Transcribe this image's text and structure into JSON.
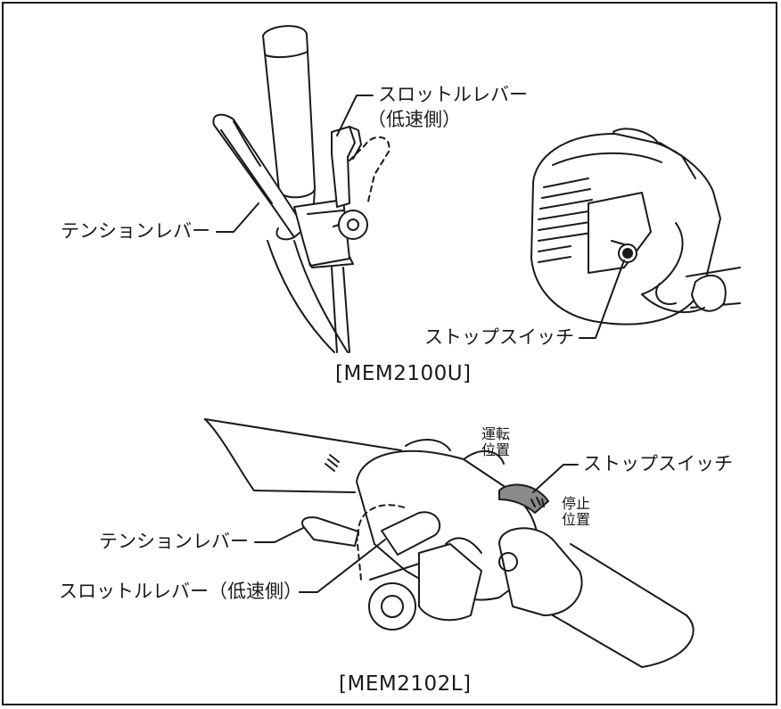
{
  "figure1": {
    "model": "[MEM2100U]",
    "throttle_lever_line1": "スロットルレバー",
    "throttle_lever_line2": "（低速側）",
    "tension_lever": "テンションレバー",
    "stop_switch": "ストップスイッチ"
  },
  "figure2": {
    "model": "[MEM2102L]",
    "run_position_line1": "運転",
    "run_position_line2": "位置",
    "stop_switch": "ストップスイッチ",
    "stop_position_line1": "停止",
    "stop_position_line2": "位置",
    "tension_lever": "テンションレバー",
    "throttle_lever": "スロットルレバー（低速側）"
  }
}
